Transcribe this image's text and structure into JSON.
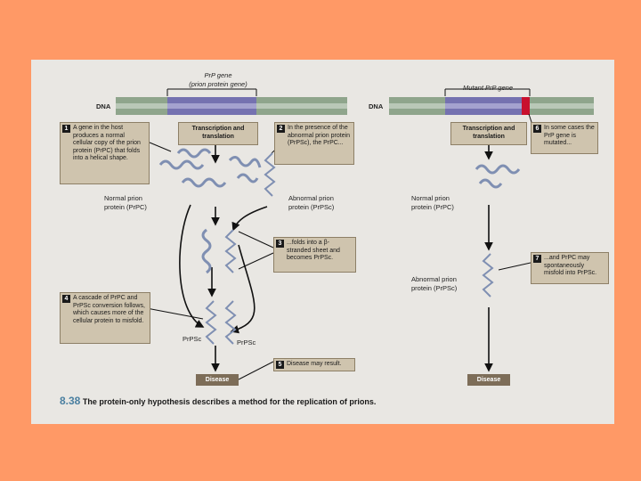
{
  "left": {
    "gene_label": "PrP gene\n(prion protein gene)",
    "dna_label": "DNA",
    "transcription": "Transcription and translation",
    "step1_num": "1",
    "step1": "A gene in the host produces a normal cellular copy of the prion protein (PrPC) that folds into a helical shape.",
    "step2_num": "2",
    "step2": "In the presence of the abnormal prion protein (PrPSc), the PrPC...",
    "normal_label": "Normal prion\nprotein (PrPC)",
    "abnormal_label": "Abnormal prion\nprotein (PrPSc)",
    "step3_num": "3",
    "step3": "...folds into a β-stranded sheet and becomes PrPSc.",
    "step4_num": "4",
    "step4": "A cascade of PrPC and PrPSc conversion follows, which causes more of the cellular protein to misfold.",
    "prpsc_a": "PrPSc",
    "prpsc_b": "PrPSc",
    "step5_num": "5",
    "step5": "Disease may result.",
    "disease": "Disease"
  },
  "right": {
    "gene_label": "Mutant PrP gene",
    "dna_label": "DNA",
    "transcription": "Transcription and translation",
    "step6_num": "6",
    "step6": "In some cases the PrP gene is mutated...",
    "normal_label": "Normal prion\nprotein (PrPC)",
    "abnormal_label": "Abnormal prion\nprotein (PrPSc)",
    "step7_num": "7",
    "step7": "...and PrPC may spontaneously misfold into PrPSc.",
    "disease": "Disease"
  },
  "caption": {
    "figure": "8.38",
    "text": "The protein-only hypothesis describes a method for the replication of prions."
  },
  "colors": {
    "background": "#FF9966",
    "panel": "#E9E7E3",
    "dna_outer": "#8FA58C",
    "dna_inner": "#7572B0",
    "mutation": "#C8102E",
    "box": "#CFC4AE",
    "protein": "#7F8FB2"
  }
}
